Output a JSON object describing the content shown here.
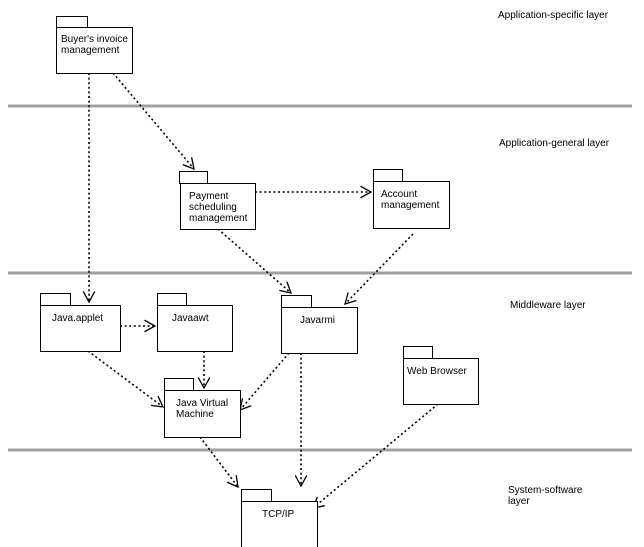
{
  "layers": [
    {
      "name": "Application-specific layer"
    },
    {
      "name": "Application-general layer"
    },
    {
      "name": "Middleware layer"
    },
    {
      "name": "System-software layer"
    }
  ],
  "packages": [
    {
      "id": "buyers-invoice",
      "lines": [
        "Buyer's invoice",
        "management"
      ]
    },
    {
      "id": "payment-scheduling",
      "lines": [
        "Payment",
        "scheduling",
        "management"
      ]
    },
    {
      "id": "account-management",
      "lines": [
        "Account",
        "management"
      ]
    },
    {
      "id": "java-applet",
      "lines": [
        "Java.applet"
      ]
    },
    {
      "id": "java-awt",
      "lines": [
        "Javaawt"
      ]
    },
    {
      "id": "java-rmi",
      "lines": [
        "Javarmi"
      ]
    },
    {
      "id": "java-vm",
      "lines": [
        "Java Virtual",
        "Machine"
      ]
    },
    {
      "id": "web-browser",
      "lines": [
        "Web Browser"
      ]
    },
    {
      "id": "tcp-ip",
      "lines": [
        "TCP/IP"
      ]
    }
  ],
  "dependencies": [
    {
      "from": "buyers-invoice",
      "to": "payment-scheduling"
    },
    {
      "from": "buyers-invoice",
      "to": "java-applet"
    },
    {
      "from": "payment-scheduling",
      "to": "account-management"
    },
    {
      "from": "payment-scheduling",
      "to": "java-rmi"
    },
    {
      "from": "account-management",
      "to": "java-rmi"
    },
    {
      "from": "java-applet",
      "to": "java-awt"
    },
    {
      "from": "java-applet",
      "to": "java-vm"
    },
    {
      "from": "java-awt",
      "to": "java-vm"
    },
    {
      "from": "java-rmi",
      "to": "java-vm"
    },
    {
      "from": "java-rmi",
      "to": "tcp-ip"
    },
    {
      "from": "java-vm",
      "to": "tcp-ip"
    },
    {
      "from": "web-browser",
      "to": "tcp-ip"
    }
  ]
}
